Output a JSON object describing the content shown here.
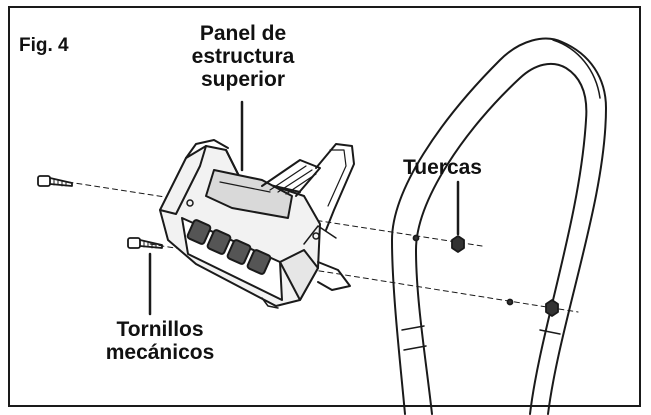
{
  "figure": {
    "label": "Fig. 4"
  },
  "callouts": {
    "panel": {
      "line1": "Panel de",
      "line2": "estructura",
      "line3": "superior"
    },
    "nuts": "Tuercas",
    "screws": {
      "line1": "Tornillos",
      "line2": "mecánicos"
    }
  }
}
